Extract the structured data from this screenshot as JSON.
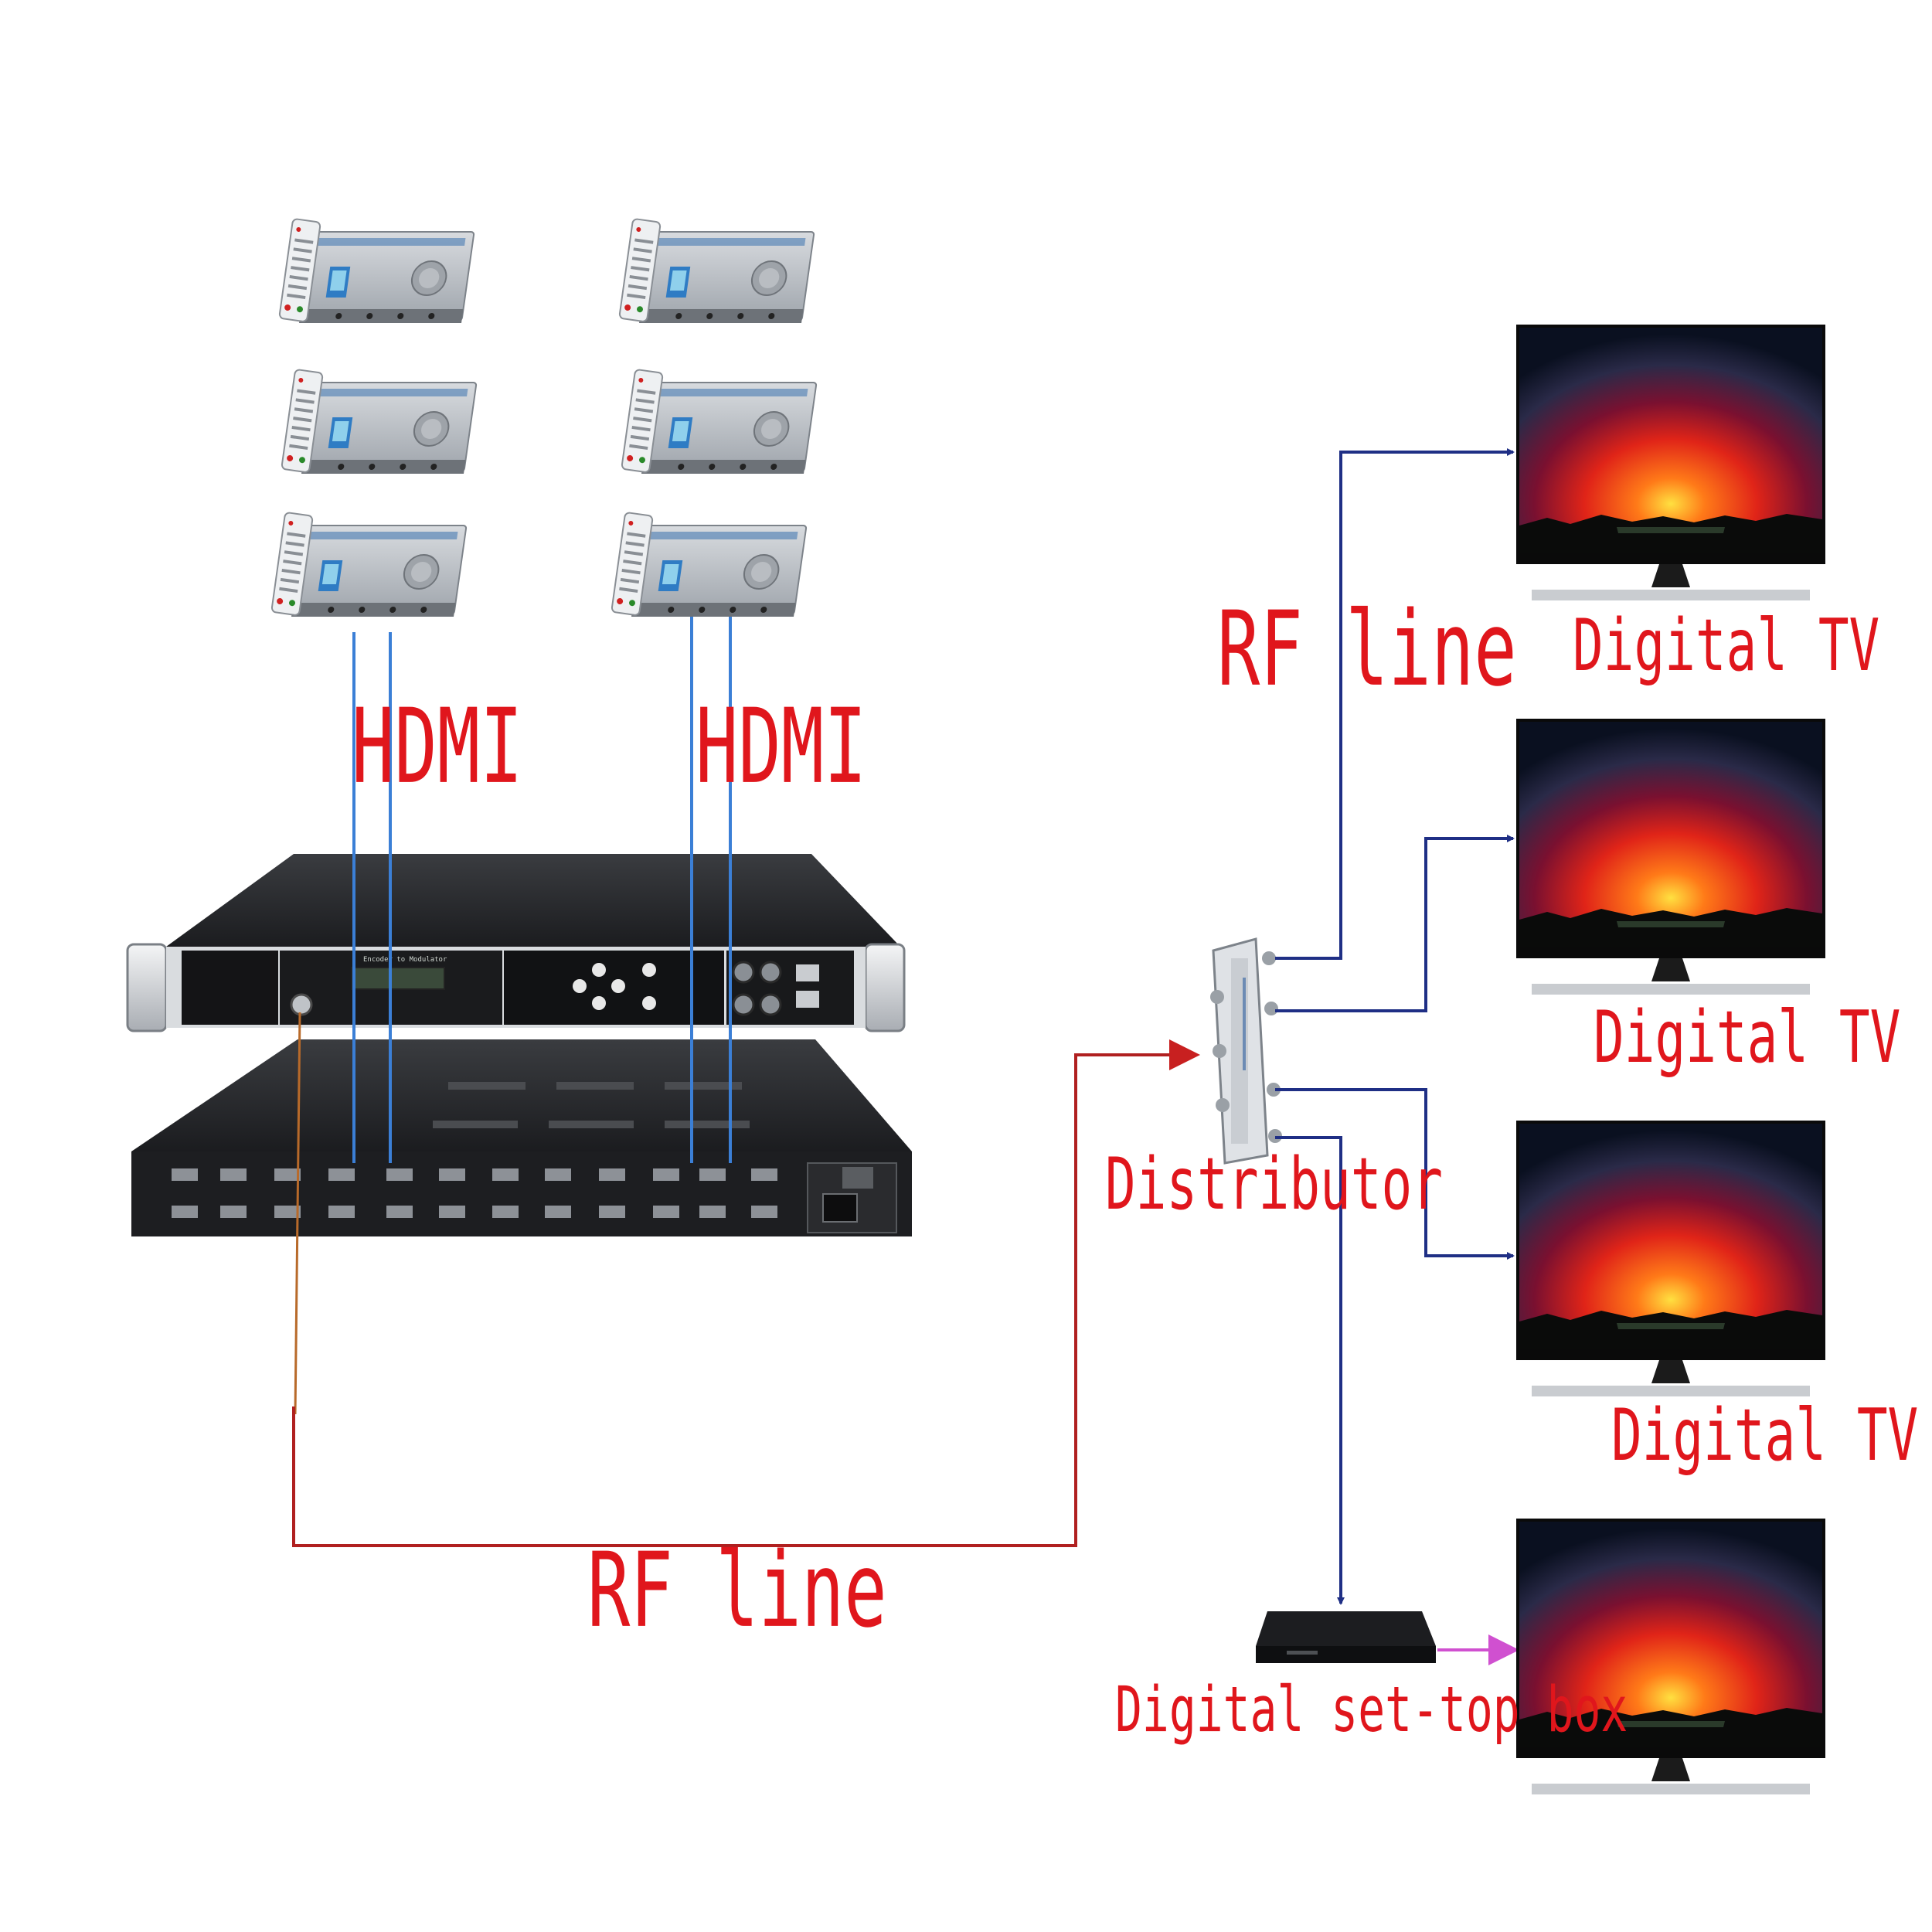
{
  "labels": {
    "hdmi_left": "HDMI",
    "hdmi_right": "HDMI",
    "rf_line_top": "RF line",
    "rf_line_bottom": "RF line",
    "distributor": "Distributor",
    "set_top_box": "Digital set-top box",
    "tv_1": "Digital TV",
    "tv_2": "Digital TV",
    "tv_3": "Digital TV"
  },
  "device": {
    "front_panel_title": "Encoder to Modulator",
    "port_count_rear": 24
  },
  "counts": {
    "receivers": 6,
    "televisions": 4
  },
  "colors": {
    "hdmi_line": "#3b7fd6",
    "rf_line": "#b02020",
    "distribution_line": "#1f2f85",
    "stb_link": "#d050d0",
    "label_text": "#e0161c"
  }
}
